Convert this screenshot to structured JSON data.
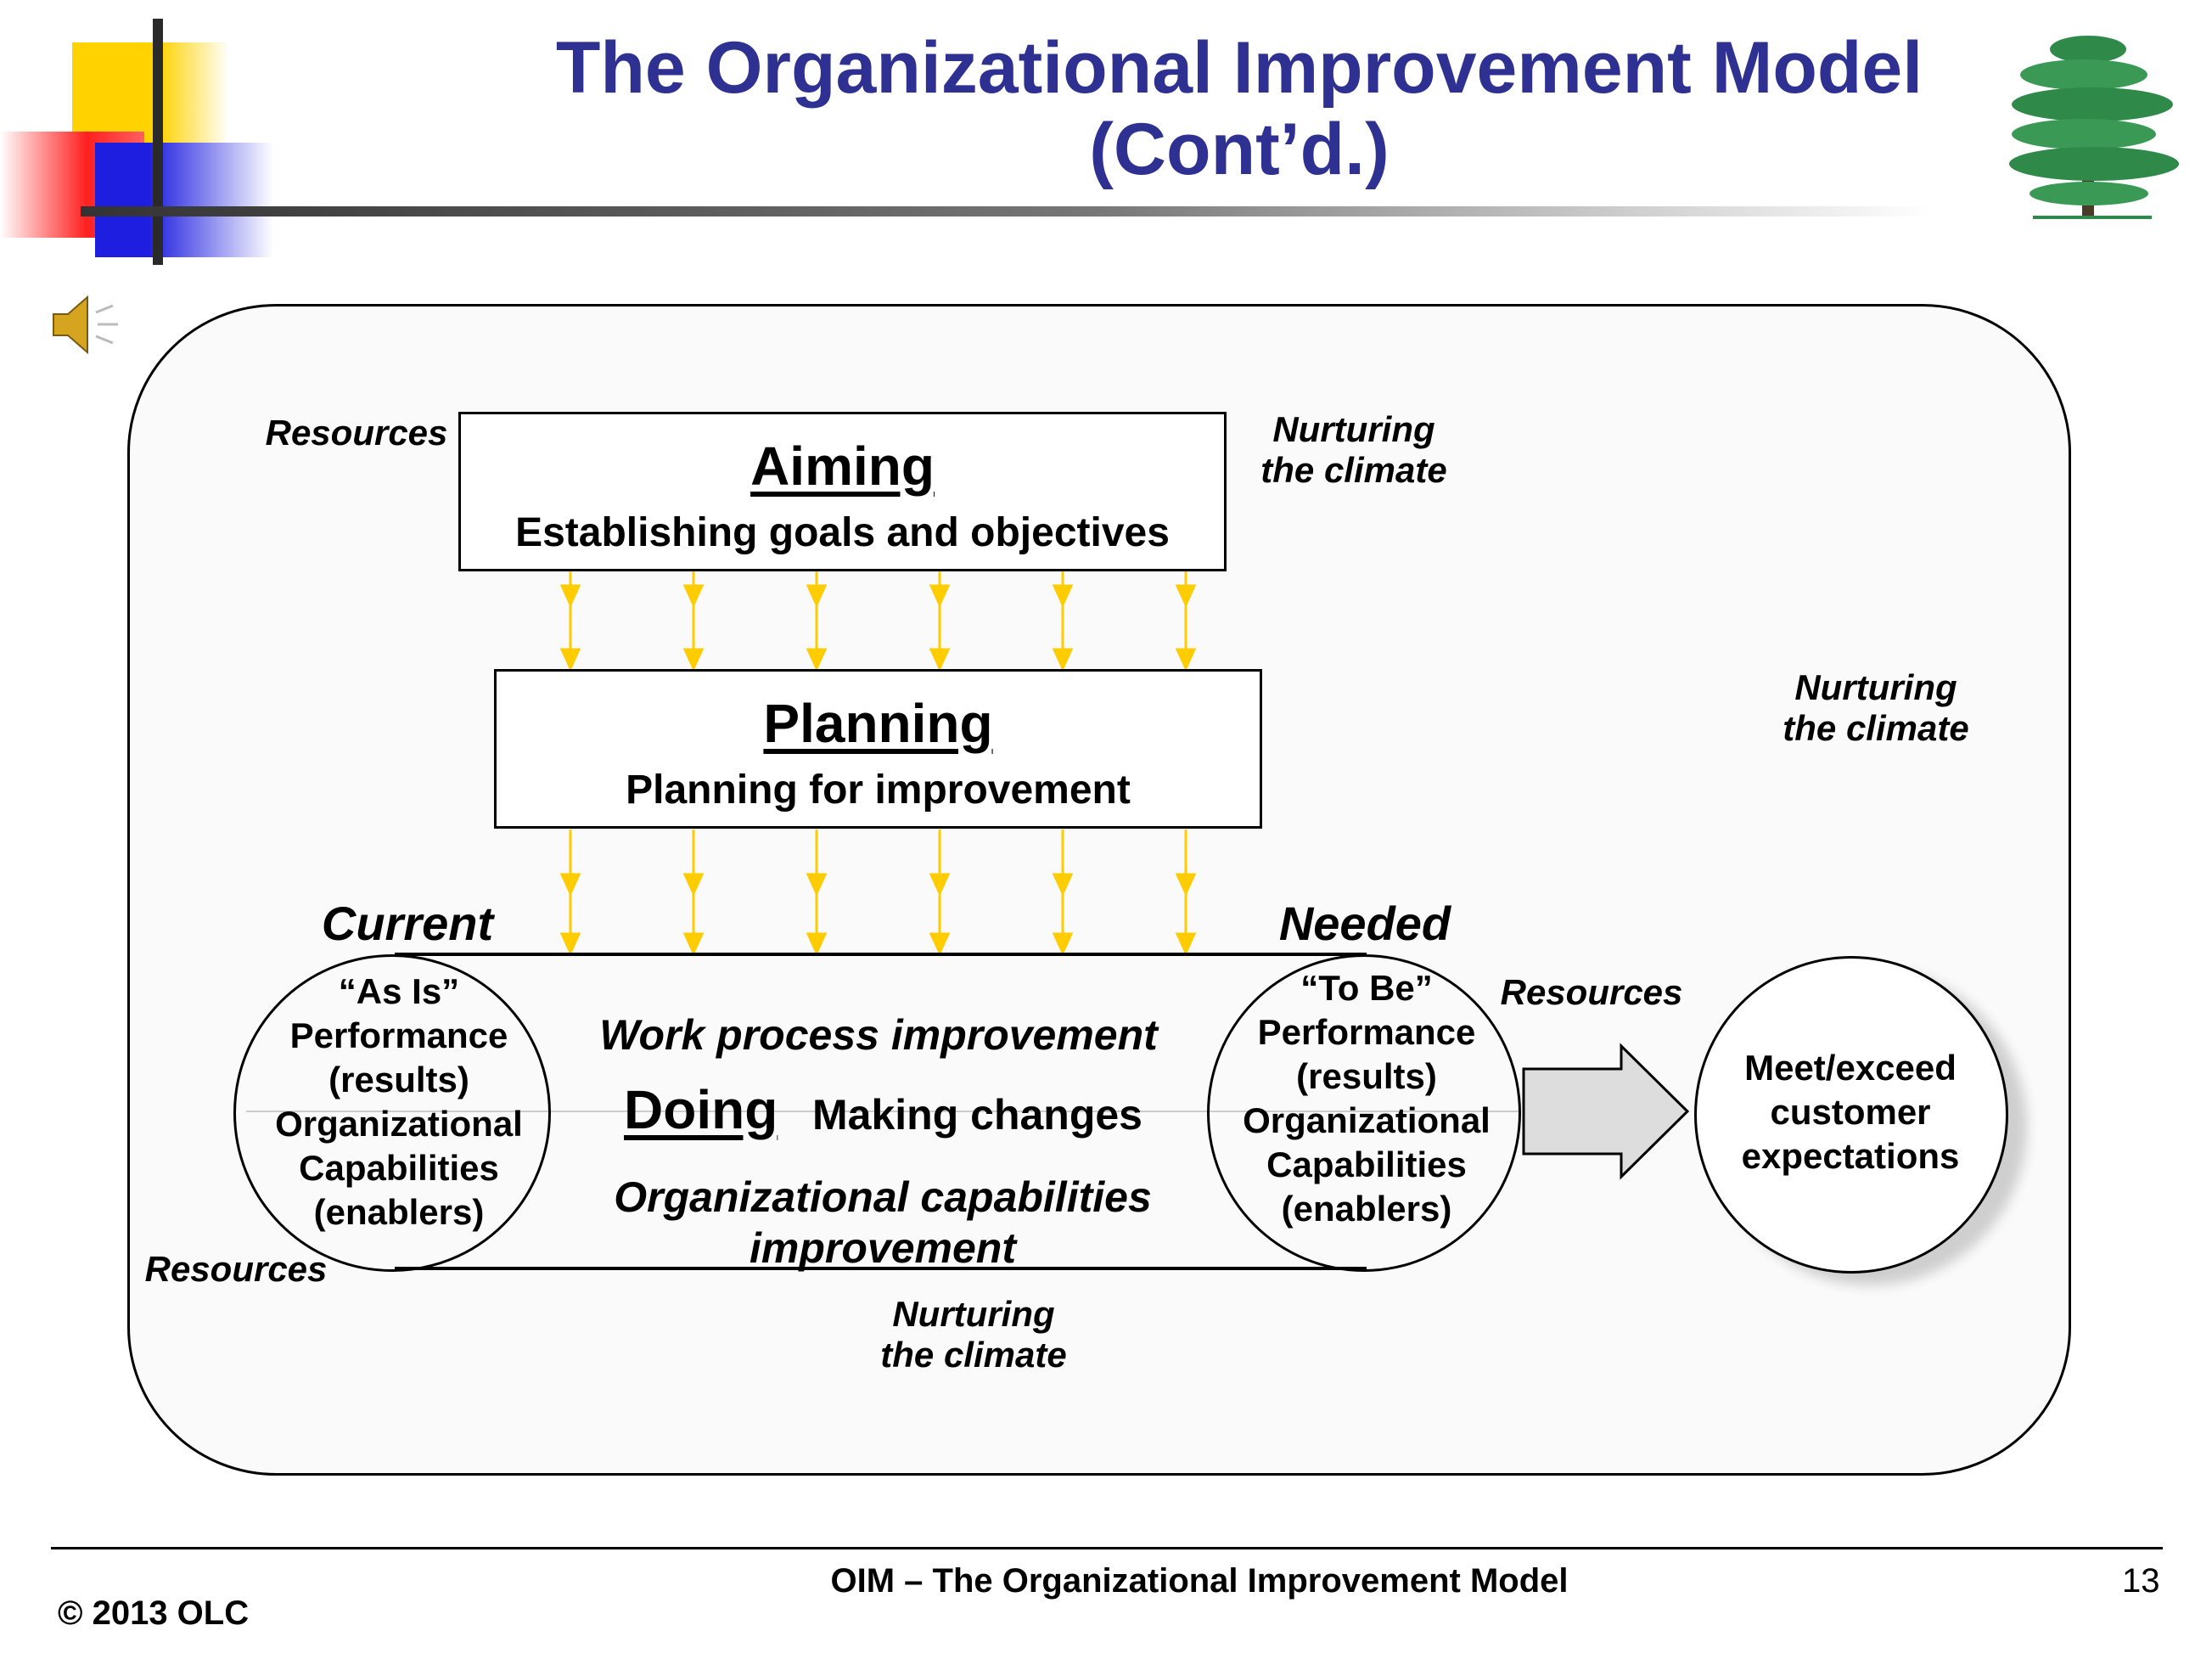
{
  "slide": {
    "title_line1": "The Organizational Improvement Model",
    "title_line2": "(Cont’d.)"
  },
  "aiming": {
    "title": "Aiming",
    "subtitle": "Establishing goals and objectives"
  },
  "planning": {
    "title": "Planning",
    "subtitle": "Planning for improvement"
  },
  "labels": {
    "resources": "Resources",
    "nurturing_line1": "Nurturing",
    "nurturing_line2": "the climate",
    "current": "Current",
    "needed": "Needed"
  },
  "as_is": {
    "l1": "“As Is”",
    "l2": "Performance",
    "l3": "(results)",
    "l4": "Organizational",
    "l5": "Capabilities",
    "l6": "(enablers)"
  },
  "to_be": {
    "l1": "“To Be”",
    "l2": "Performance",
    "l3": "(results)",
    "l4": "Organizational",
    "l5": "Capabilities",
    "l6": "(enablers)"
  },
  "doing": {
    "work_process": "Work process improvement",
    "title": "Doing",
    "making_changes": "Making changes",
    "capabilities_line1": "Organizational capabilities",
    "capabilities_line2": "improvement"
  },
  "customer": {
    "l1": "Meet/exceed",
    "l2": "customer",
    "l3": "expectations"
  },
  "footer": {
    "center": "OIM – The Organizational Improvement Model",
    "copyright": "© 2013 OLC",
    "page": "13"
  },
  "colors": {
    "title": "#2e3192",
    "arrow": "#ffcc00",
    "block_yellow": "#ffd200",
    "block_red": "#ff3030",
    "block_blue": "#2020e0"
  }
}
